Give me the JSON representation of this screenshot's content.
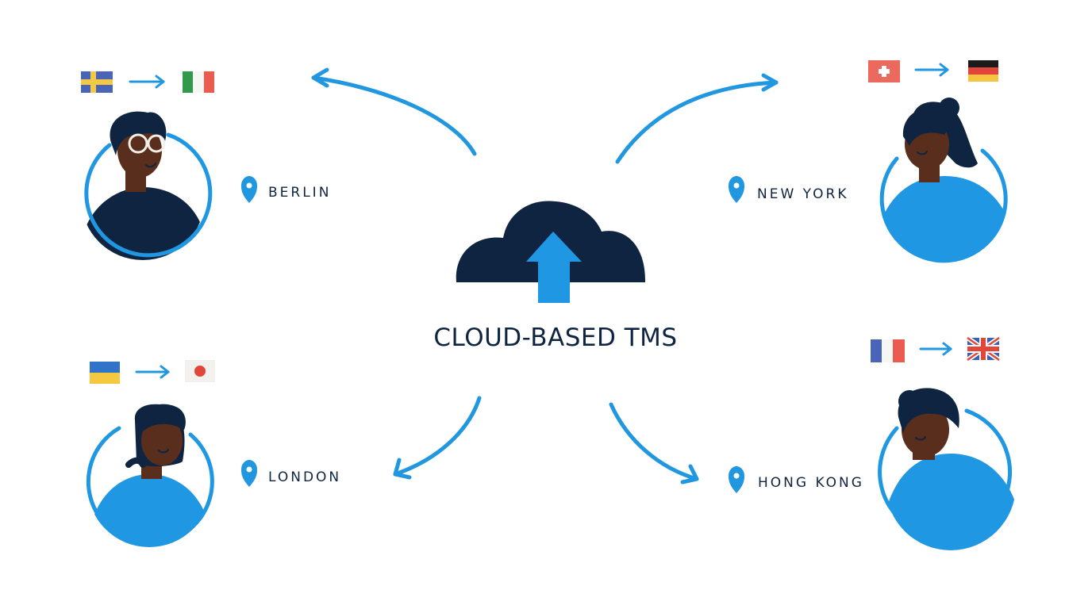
{
  "center": {
    "title": "CLOUD-BASED TMS",
    "icon": "cloud-upload-icon"
  },
  "locations": [
    {
      "id": "berlin",
      "label": "BERLIN",
      "from_flag": "sweden-flag",
      "to_flag": "italy-flag"
    },
    {
      "id": "new-york",
      "label": "NEW YORK",
      "from_flag": "switzerland-flag",
      "to_flag": "germany-flag"
    },
    {
      "id": "london",
      "label": "LONDON",
      "from_flag": "ukraine-flag",
      "to_flag": "japan-flag"
    },
    {
      "id": "hong-kong",
      "label": "HONG KONG",
      "from_flag": "france-flag",
      "to_flag": "united-kingdom-flag"
    }
  ],
  "colors": {
    "accent_blue": "#2197e0",
    "navy": "#0f2440",
    "skin": "#5a2e1c",
    "background": "#ffffff"
  }
}
